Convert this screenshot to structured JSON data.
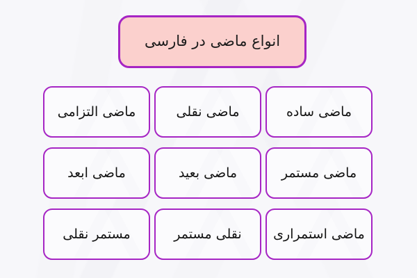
{
  "diagram": {
    "title_node": {
      "label": "انواع ماضی در فارسی",
      "fill_color": "#fbd0cd",
      "border_color": "#a625c4"
    },
    "background_color": "#f7f7fa",
    "node_fill_color": "#fbfbfd",
    "node_border_color": "#a625c4",
    "nodes": [
      {
        "label": "ماضی ساده"
      },
      {
        "label": "ماضی نقلی"
      },
      {
        "label": "ماضی التزامی"
      },
      {
        "label": "ماضی مستمر"
      },
      {
        "label": "ماضی بعید"
      },
      {
        "label": "ماضی ابعد"
      },
      {
        "label": "ماضی استمراری"
      },
      {
        "label": "نقلی مستمر"
      },
      {
        "label": "مستمر نقلی"
      }
    ]
  }
}
